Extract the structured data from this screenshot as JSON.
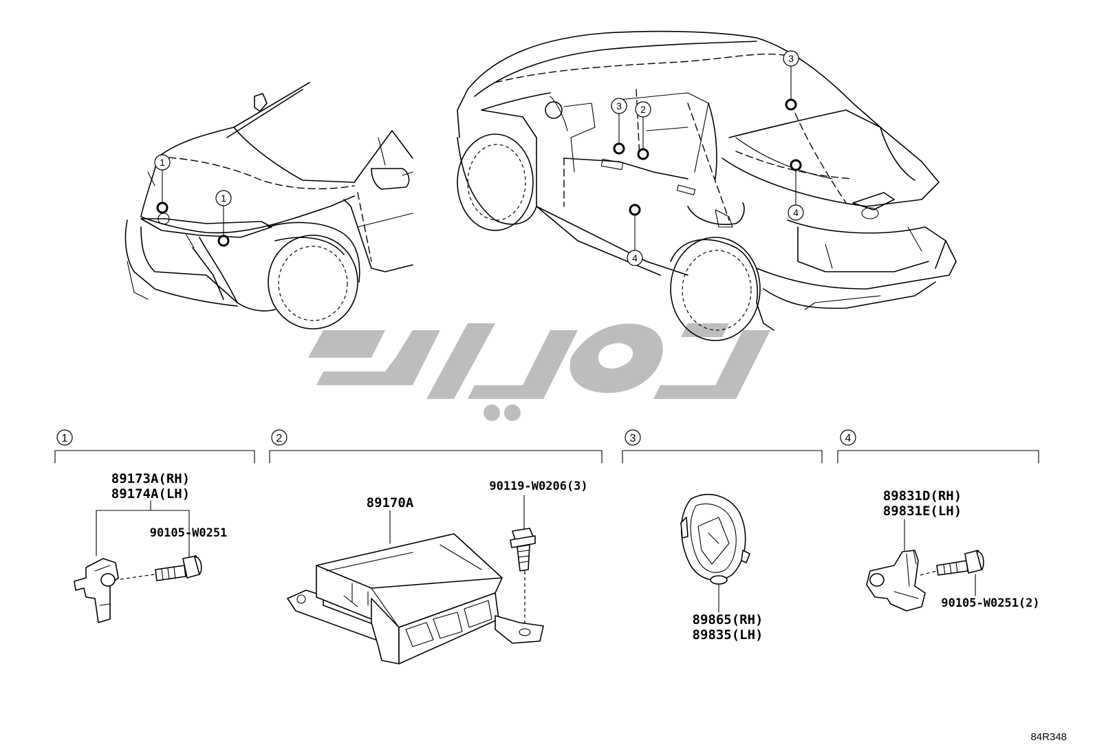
{
  "diagram": {
    "reference_code": "84R348",
    "watermark_text": "",
    "front_view": {
      "callouts": [
        {
          "num": "1"
        },
        {
          "num": "1"
        }
      ]
    },
    "rear_view": {
      "callouts": [
        {
          "num": "3"
        },
        {
          "num": "2"
        },
        {
          "num": "3"
        },
        {
          "num": "4"
        },
        {
          "num": "4"
        }
      ]
    },
    "sections": [
      {
        "num": "1",
        "parts": [
          "89173A(RH)",
          "89174A(LH)"
        ],
        "fasteners": [
          "90105-W0251"
        ]
      },
      {
        "num": "2",
        "parts": [
          "89170A"
        ],
        "fasteners": [
          "90119-W0206(3)"
        ]
      },
      {
        "num": "3",
        "parts": [
          "89865(RH)",
          "89835(LH)"
        ],
        "fasteners": []
      },
      {
        "num": "4",
        "parts": [
          "89831D(RH)",
          "89831E(LH)"
        ],
        "fasteners": [
          "90105-W0251(2)"
        ]
      }
    ]
  }
}
